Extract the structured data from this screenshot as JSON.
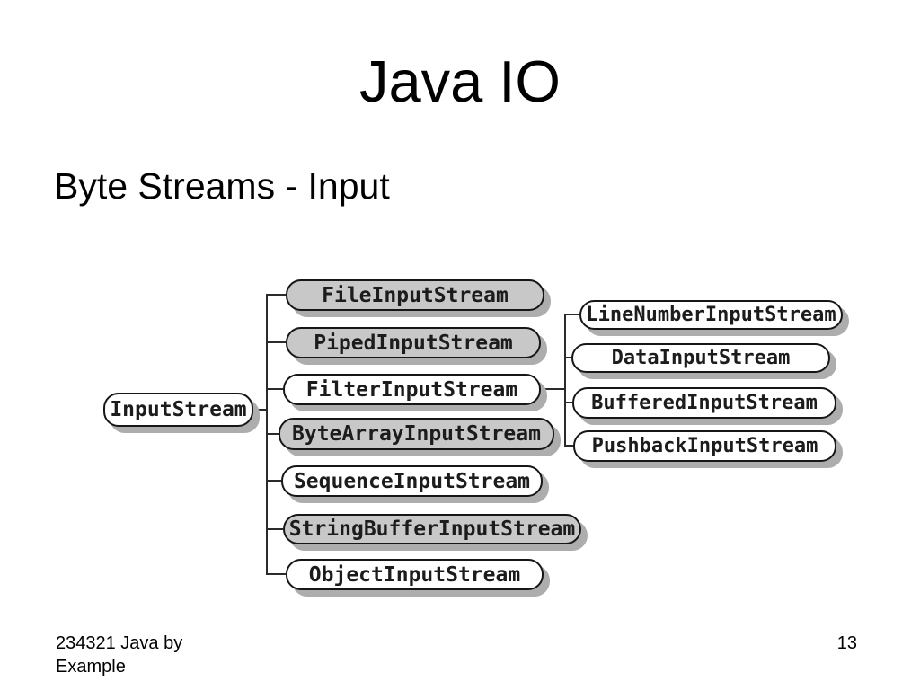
{
  "slide": {
    "title": "Java IO",
    "subtitle": "Byte Streams - Input",
    "footer": {
      "line1": "234321 Java by",
      "line2": "Example",
      "page_number": "13"
    }
  },
  "colors": {
    "background": "#ffffff",
    "node_fill_white": "#ffffff",
    "node_fill_gray": "#c8c8c8",
    "node_border": "#161616",
    "node_shadow": "#adadad",
    "connector": "#2b2b2b",
    "text": "#000000"
  },
  "diagram": {
    "root": {
      "label": "InputStream",
      "variant": "white"
    },
    "children": [
      {
        "label": "FileInputStream",
        "variant": "gray"
      },
      {
        "label": "PipedInputStream",
        "variant": "gray"
      },
      {
        "label": "FilterInputStream",
        "variant": "white"
      },
      {
        "label": "ByteArrayInputStream",
        "variant": "gray"
      },
      {
        "label": "SequenceInputStream",
        "variant": "white"
      },
      {
        "label": "StringBufferInputStream",
        "variant": "gray"
      },
      {
        "label": "ObjectInputStream",
        "variant": "white"
      }
    ],
    "filter_children": [
      {
        "label": "LineNumberInputStream",
        "variant": "white"
      },
      {
        "label": "DataInputStream",
        "variant": "white"
      },
      {
        "label": "BufferedInputStream",
        "variant": "white"
      },
      {
        "label": "PushbackInputStream",
        "variant": "white"
      }
    ]
  }
}
